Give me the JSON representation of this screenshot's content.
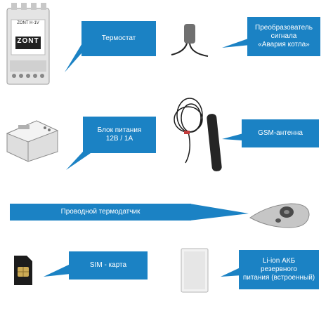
{
  "colors": {
    "callout": "#1b82c4",
    "callout_text": "#ffffff"
  },
  "device": {
    "brand": "ZONT",
    "model": "ZONT H-1V"
  },
  "callouts": [
    {
      "id": "thermostat",
      "label": "Термостат"
    },
    {
      "id": "alarm",
      "label": "Преобразователь\nсигнала\n«Авария котла»"
    },
    {
      "id": "psu",
      "label": "Блок питания\n12В / 1А"
    },
    {
      "id": "gsm",
      "label": "GSM-антенна"
    },
    {
      "id": "wired-sensor",
      "label": "Проводной термодатчик"
    },
    {
      "id": "sim",
      "label": "SIM - карта"
    },
    {
      "id": "battery",
      "label": "Li-ion АКБ\nрезервного\nпитания (встроенный)"
    }
  ],
  "icons": [
    "zont-controller-image",
    "signal-converter-image",
    "power-supply-image",
    "gsm-antenna-image",
    "temperature-sensor-image",
    "sim-card-image",
    "battery-image"
  ]
}
